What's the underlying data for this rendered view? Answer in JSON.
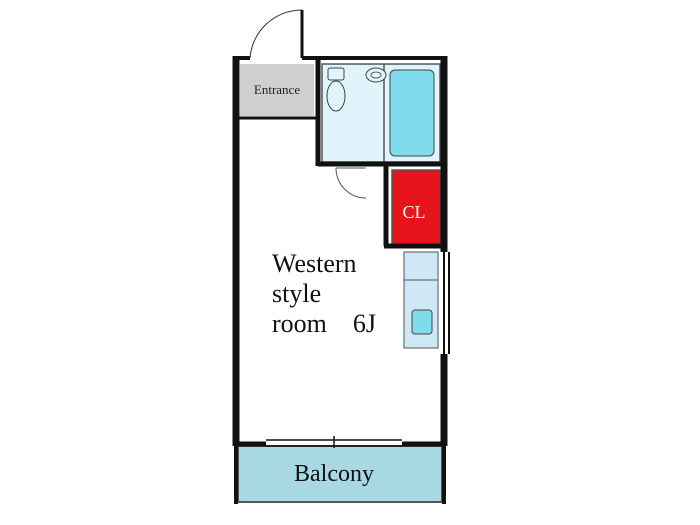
{
  "labels": {
    "entrance": "Entrance",
    "closet": "CL",
    "room_line1": "Western",
    "room_line2": "style",
    "room_line3": "room　6J",
    "balcony": "Balcony"
  },
  "colors": {
    "wall": "#111111",
    "entrance_fill": "#cfcfcf",
    "bath_fill": "#dff4fb",
    "tub_fill": "#7fdcea",
    "closet_fill": "#e8141c",
    "closet_text": "#ffffff",
    "kitchen_fill": "#cfe8f5",
    "balcony_fill": "#a8d8e2"
  }
}
